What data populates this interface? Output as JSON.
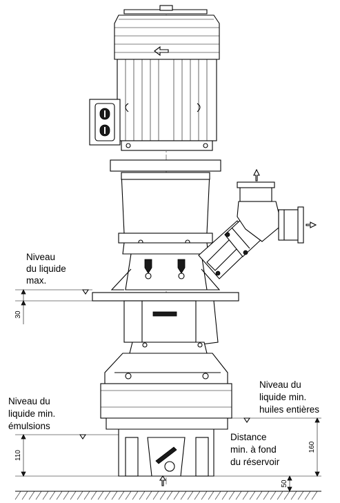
{
  "labels": {
    "max_level_line1": "Niveau",
    "max_level_line2": "du liquide",
    "max_level_line3": "max.",
    "min_emulsion_line1": "Niveau du",
    "min_emulsion_line2": "liquide min.",
    "min_emulsion_line3": "émulsions",
    "min_oil_line1": "Niveau du",
    "min_oil_line2": "liquide min.",
    "min_oil_line3": "huiles entières",
    "distance_line1": "Distance",
    "distance_line2": "min. à fond",
    "distance_line3": "du réservoir"
  },
  "dimensions": {
    "d30": "30",
    "d110": "110",
    "d160": "160",
    "d50": "50"
  }
}
